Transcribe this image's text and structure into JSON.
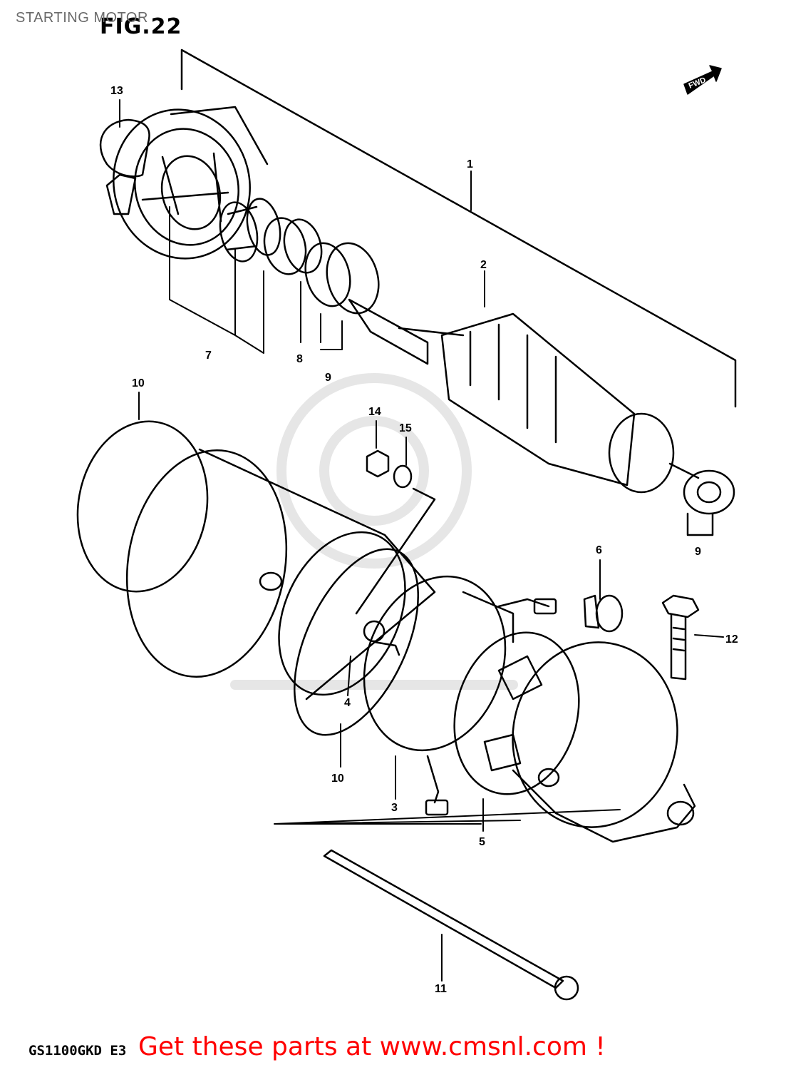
{
  "header": {
    "caption": "STARTING MOTOR",
    "figure": "FIG.22"
  },
  "footer": {
    "model_code": "GS1100GKD E3",
    "promo_text": "Get these parts at www.cmsnl.com !"
  },
  "direction_badge": "FWD",
  "callouts": {
    "c1": "1",
    "c2": "2",
    "c3": "3",
    "c4": "4",
    "c5": "5",
    "c6": "6",
    "c7": "7",
    "c8": "8",
    "c9a": "9",
    "c9b": "9",
    "c10a": "10",
    "c10b": "10",
    "c11": "11",
    "c12": "12",
    "c13": "13",
    "c14": "14",
    "c15": "15"
  },
  "colors": {
    "ink": "#000000",
    "promo": "#ff0000",
    "caption": "#6a6a6a",
    "watermark": "#e6e6e6"
  }
}
